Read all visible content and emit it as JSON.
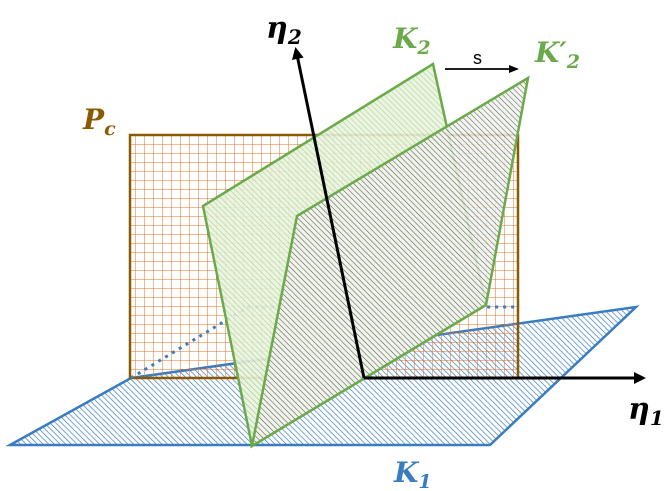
{
  "labels": {
    "eta2": {
      "base": "η",
      "sub": "2"
    },
    "eta1": {
      "base": "η",
      "sub": "1"
    },
    "k2": {
      "base": "K",
      "sub": "2"
    },
    "k2p": {
      "base": "K",
      "prime": "′",
      "sub": "2"
    },
    "pc": {
      "base": "P",
      "sub": "c"
    },
    "k1": {
      "base": "K",
      "sub": "1"
    },
    "shift": "s"
  },
  "colors": {
    "pc_line": "#8B5A00",
    "pc_grid": "#E0702A",
    "k1": "#3A7CC0",
    "k2": "#6AAA4A",
    "axis": "#000000"
  }
}
